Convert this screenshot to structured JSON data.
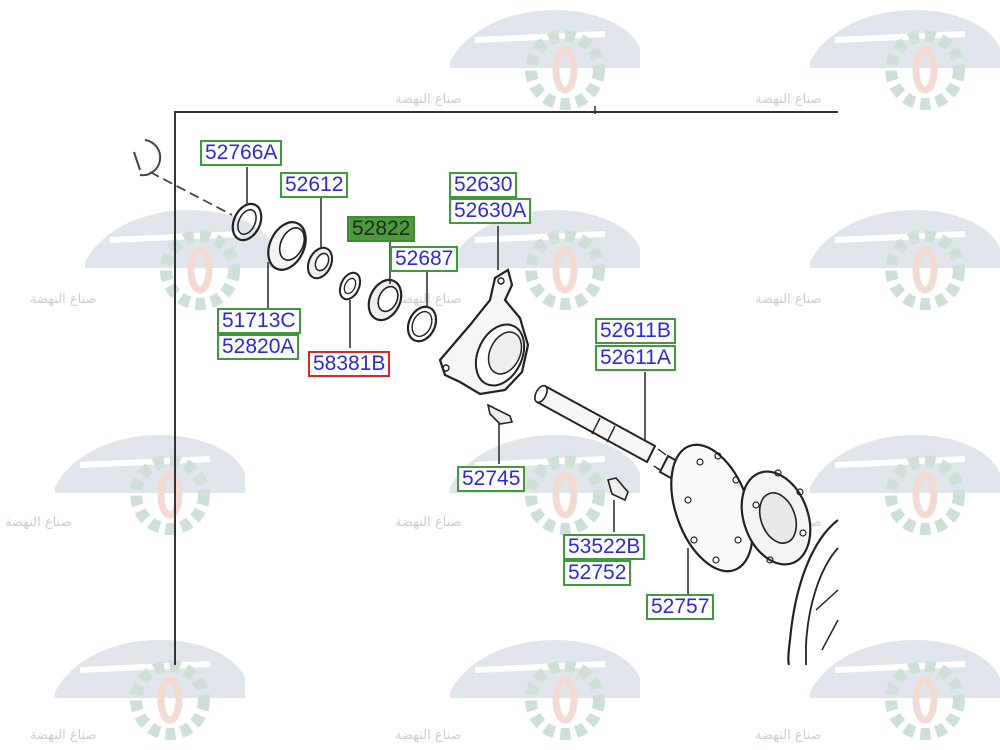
{
  "watermark": {
    "text": "صناع النهضة",
    "logo_icon": "car-gear-logo",
    "color": "#c9ced3"
  },
  "colors": {
    "label_border": "#3f9a3a",
    "label_text": "#2b2bd6",
    "highlight_fill": "#4f9a3f",
    "selected_border": "#e02424",
    "line": "#333333"
  },
  "parts": {
    "p52766A": "52766A",
    "p52612": "52612",
    "p52630": "52630",
    "p52630A": "52630A",
    "p52822": "52822",
    "p52687": "52687",
    "p51713C": "51713C",
    "p52820A": "52820A",
    "p58381B": "58381B",
    "p52611B": "52611B",
    "p52611A": "52611A",
    "p52745": "52745",
    "p53522B": "53522B",
    "p52752": "52752",
    "p52757": "52757"
  },
  "highlighted_part": "52822",
  "selected_part": "58381B"
}
